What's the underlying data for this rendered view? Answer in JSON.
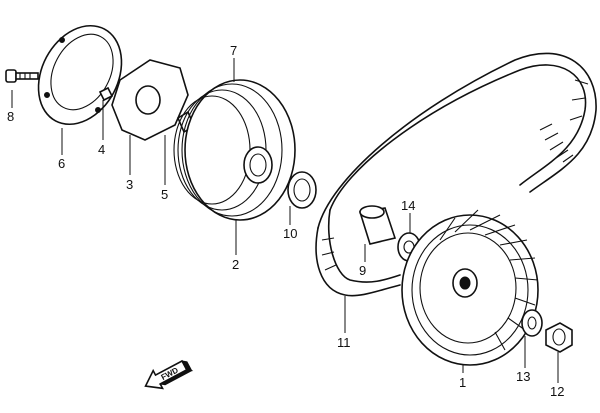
{
  "callouts": [
    {
      "id": "1",
      "text": "1"
    },
    {
      "id": "2",
      "text": "2"
    },
    {
      "id": "3",
      "text": "3"
    },
    {
      "id": "4",
      "text": "4"
    },
    {
      "id": "5",
      "text": "5"
    },
    {
      "id": "6",
      "text": "6"
    },
    {
      "id": "7",
      "text": "7"
    },
    {
      "id": "8",
      "text": "8"
    },
    {
      "id": "9",
      "text": "9"
    },
    {
      "id": "10",
      "text": "10"
    },
    {
      "id": "11",
      "text": "11"
    },
    {
      "id": "12",
      "text": "12"
    },
    {
      "id": "13",
      "text": "13"
    },
    {
      "id": "14",
      "text": "14"
    }
  ],
  "direction_arrow": {
    "label": "FWD",
    "icon": "forward-arrow-icon"
  }
}
